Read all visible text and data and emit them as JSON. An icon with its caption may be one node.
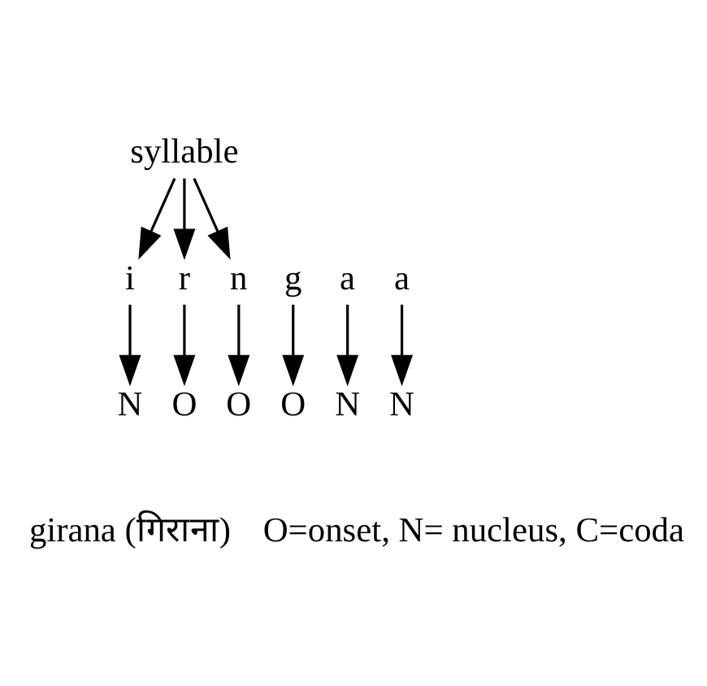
{
  "diagram": {
    "nodes": [
      {
        "text": [
          "syllable"
        ]
      },
      {
        "text": [
          "g"
        ]
      },
      {
        "text": [
          "i"
        ]
      },
      {
        "text": [
          "r"
        ]
      },
      {
        "text": [
          "a"
        ]
      },
      {
        "text": [
          "n"
        ]
      },
      {
        "text": [
          "a"
        ]
      },
      {
        "text": [
          "O"
        ]
      },
      {
        "text": [
          "N"
        ]
      },
      {
        "text": [
          "O"
        ]
      },
      {
        "text": [
          "N"
        ]
      },
      {
        "text": [
          "O"
        ]
      },
      {
        "text": [
          "N"
        ]
      }
    ],
    "edges": [
      {
        "from": 0,
        "to": 2,
        "arrow": "to"
      },
      {
        "from": 0,
        "to": 3,
        "arrow": "to"
      },
      {
        "from": 0,
        "to": 5,
        "arrow": "to"
      },
      {
        "from": 1,
        "to": 7,
        "arrow": "to"
      },
      {
        "from": 2,
        "to": 8,
        "arrow": "to"
      },
      {
        "from": 3,
        "to": 9,
        "arrow": "to"
      },
      {
        "from": 4,
        "to": 10,
        "arrow": "to"
      },
      {
        "from": 5,
        "to": 11,
        "arrow": "to"
      },
      {
        "from": 6,
        "to": 12,
        "arrow": "to"
      }
    ],
    "labels": [
      "girana (गिराना)",
      "O=onset, N= nucleus, C=coda"
    ]
  }
}
